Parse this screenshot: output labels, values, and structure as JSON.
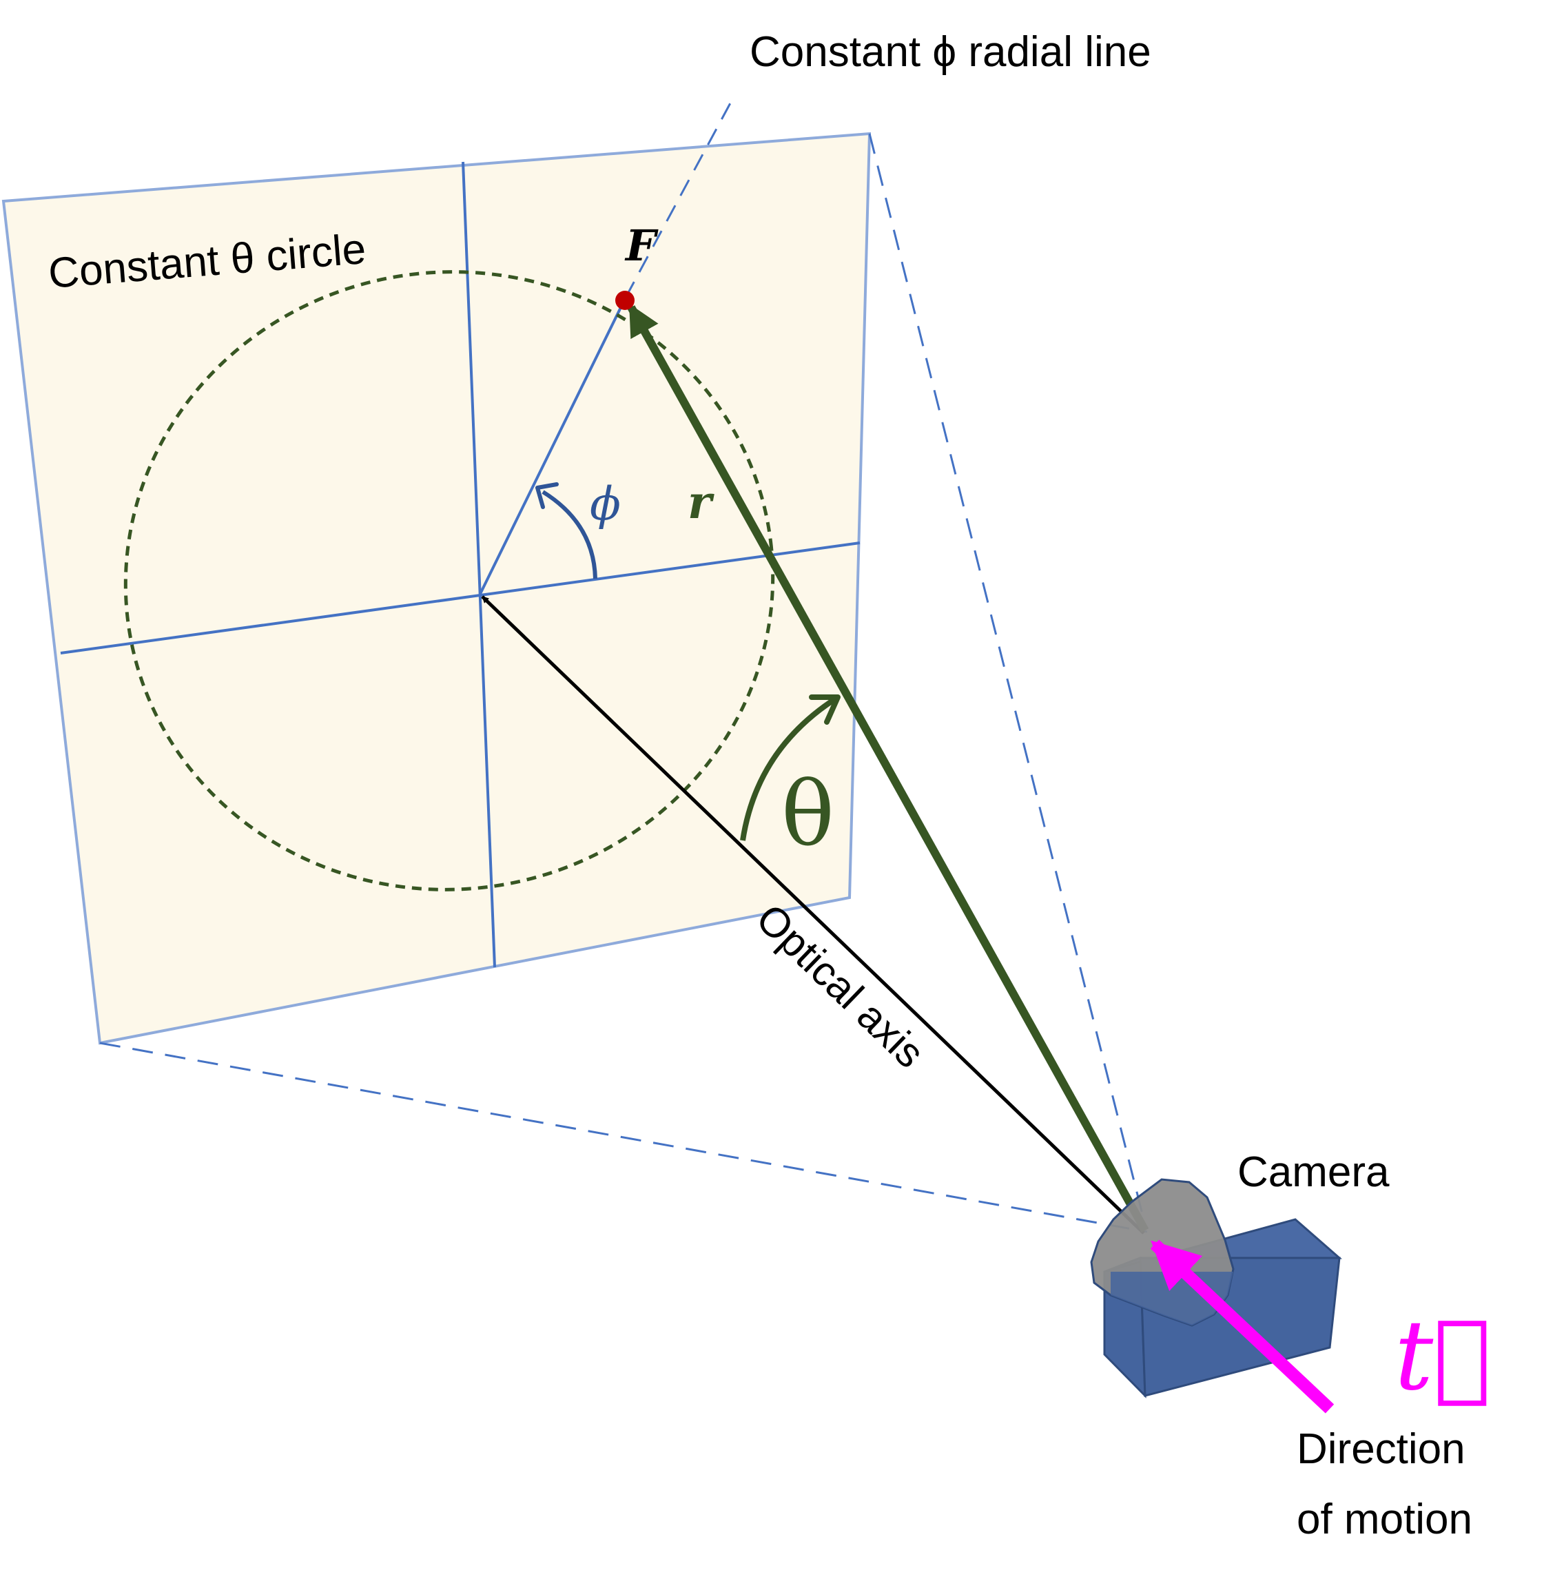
{
  "labels": {
    "radial_line": "Constant ϕ radial line",
    "theta_circle": "Constant θ circle",
    "point_f": "F",
    "phi": "ϕ",
    "r": "r",
    "theta": "θ",
    "optical_axis": "Optical axis",
    "camera": "Camera",
    "translation": "t⃗",
    "motion_line1": "Direction",
    "motion_line2": "of motion"
  },
  "colors": {
    "image_plane_fill": "#fdf8ea",
    "image_plane_border": "#8eaadb",
    "axis_lines": "#4472c4",
    "dashed_frustum": "#4472c4",
    "theta_circle": "#375623",
    "r_vector": "#375623",
    "optical_axis": "#000000",
    "point_f": "#c00000",
    "camera_body": "#44649e",
    "camera_lens": "#8c8c8c",
    "motion_vector": "#ff00ff"
  }
}
